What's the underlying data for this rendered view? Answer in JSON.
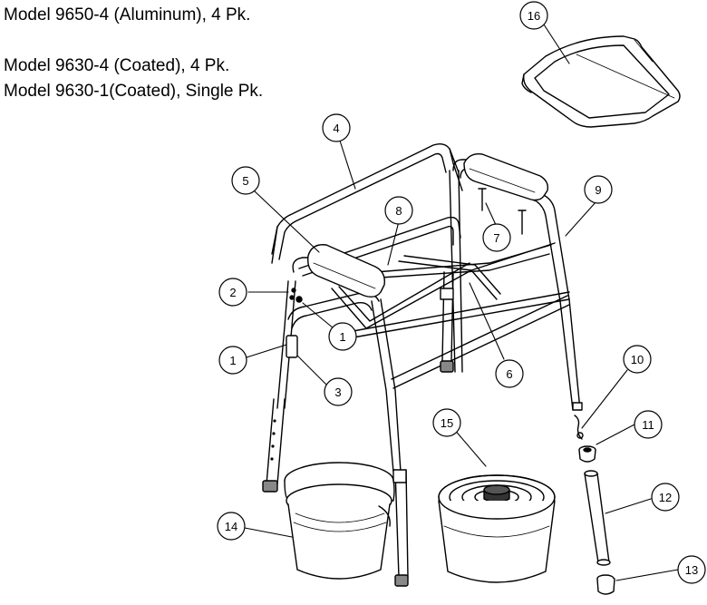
{
  "models": [
    "Model 9650-4 (Aluminum), 4 Pk.",
    "Model 9630-4 (Coated), 4 Pk.",
    "Model 9630-1(Coated), Single Pk."
  ],
  "callouts": [
    {
      "id": "c1a",
      "label": "1",
      "part": "crossbar-bolt"
    },
    {
      "id": "c1b",
      "label": "1",
      "part": "front-leg"
    },
    {
      "id": "c2",
      "label": "2",
      "part": "adjustment-button"
    },
    {
      "id": "c3",
      "label": "3",
      "part": "bracket"
    },
    {
      "id": "c4",
      "label": "4",
      "part": "back-frame"
    },
    {
      "id": "c5",
      "label": "5",
      "part": "left-armrest"
    },
    {
      "id": "c6",
      "label": "6",
      "part": "bucket-support-rail"
    },
    {
      "id": "c7",
      "label": "7",
      "part": "armrest-screws"
    },
    {
      "id": "c8",
      "label": "8",
      "part": "seat-frame"
    },
    {
      "id": "c9",
      "label": "9",
      "part": "right-side-frame"
    },
    {
      "id": "c10",
      "label": "10",
      "part": "spring-pin"
    },
    {
      "id": "c11",
      "label": "11",
      "part": "leg-insert"
    },
    {
      "id": "c12",
      "label": "12",
      "part": "extension-leg"
    },
    {
      "id": "c13",
      "label": "13",
      "part": "rubber-tip"
    },
    {
      "id": "c14",
      "label": "14",
      "part": "pail"
    },
    {
      "id": "c15",
      "label": "15",
      "part": "pail-with-lid"
    },
    {
      "id": "c16",
      "label": "16",
      "part": "seat"
    }
  ]
}
